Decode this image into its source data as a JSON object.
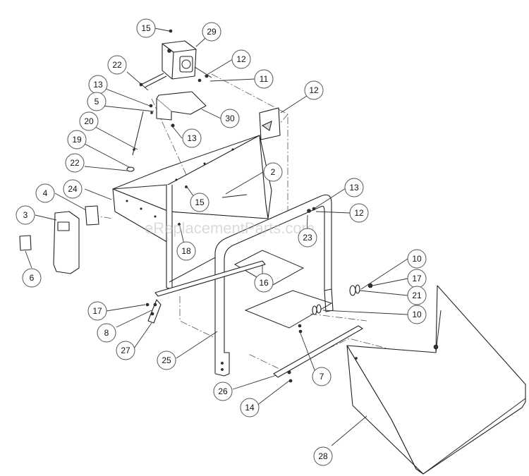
{
  "watermark": "eReplacementParts.com",
  "callouts": [
    "15",
    "29",
    "12",
    "22",
    "11",
    "13",
    "12",
    "5",
    "30",
    "20",
    "13",
    "19",
    "22",
    "2",
    "24",
    "4",
    "15",
    "3",
    "13",
    "12",
    "23",
    "18",
    "6",
    "10",
    "17",
    "16",
    "21",
    "10",
    "17",
    "8",
    "27",
    "25",
    "7",
    "26",
    "14",
    "28"
  ]
}
